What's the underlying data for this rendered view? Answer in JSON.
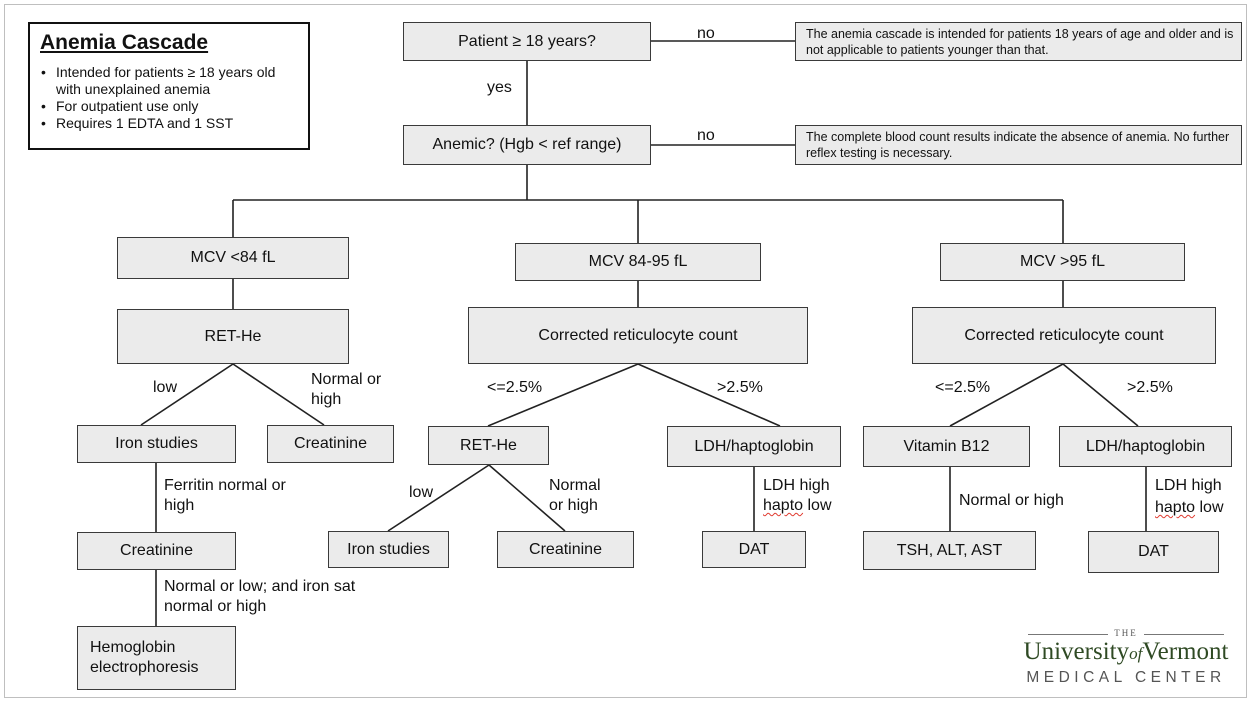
{
  "legend": {
    "title": "Anemia Cascade",
    "bullets": [
      "Intended for patients ≥ 18 years old with unexplained anemia",
      "For outpatient use only",
      "Requires 1 EDTA and 1 SST"
    ]
  },
  "top": {
    "age_question": "Patient ≥ 18 years?",
    "age_no": "no",
    "age_yes": "yes",
    "age_note": "The anemia cascade is intended for patients 18 years of age and older and is not applicable to patients younger than that.",
    "anemic_question": "Anemic? (Hgb < ref range)",
    "anemic_no": "no",
    "anemic_note": "The complete blood count results indicate the absence of anemia. No further reflex testing is necessary."
  },
  "left": {
    "mcv": "MCV <84 fL",
    "test": "RET-He",
    "low": "low",
    "normal_high": "Normal or high",
    "iron": "Iron studies",
    "creat_right": "Creatinine",
    "ferritin_label": "Ferritin normal or high",
    "creat": "Creatinine",
    "iron_sat_label": "Normal or low; and iron sat normal or high",
    "hemoglobin": "Hemoglobin electrophoresis"
  },
  "middle": {
    "mcv": "MCV 84-95 fL",
    "test": "Corrected reticulocyte count",
    "le": "<=2.5%",
    "gt": ">2.5%",
    "rethe": "RET-He",
    "ldh": "LDH/haptoglobin",
    "low": "low",
    "normal_high": "Normal or high",
    "iron": "Iron studies",
    "creat": "Creatinine",
    "ldh_high": "LDH high",
    "hapto_low": "hapto",
    "hapto_low_rest": " low",
    "dat": "DAT"
  },
  "right": {
    "mcv": "MCV >95 fL",
    "test": "Corrected reticulocyte count",
    "le": "<=2.5%",
    "gt": ">2.5%",
    "b12": "Vitamin B12",
    "ldh": "LDH/haptoglobin",
    "normal_high": "Normal or high",
    "ldh_high": "LDH high",
    "hapto_low": "hapto",
    "hapto_low_rest": " low",
    "tsh": "TSH, ALT, AST",
    "dat": "DAT"
  },
  "logo": {
    "the": "THE",
    "name_a": "University",
    "name_of": "of",
    "name_b": "Vermont",
    "sub": "MEDICAL CENTER"
  }
}
